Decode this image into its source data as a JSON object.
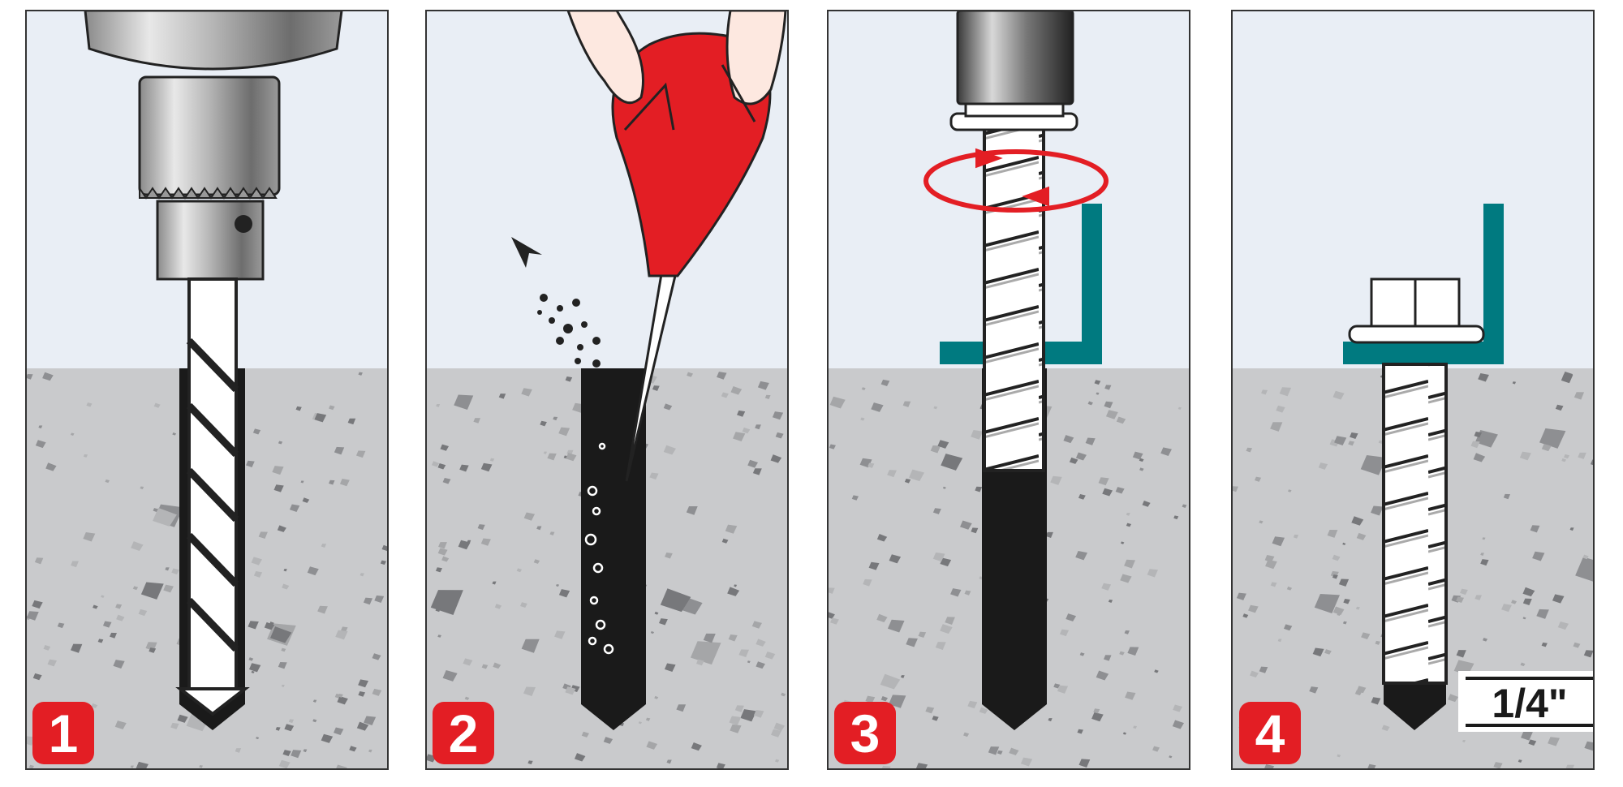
{
  "steps": [
    {
      "number": "1",
      "action": "drill"
    },
    {
      "number": "2",
      "action": "clean"
    },
    {
      "number": "3",
      "action": "drive"
    },
    {
      "number": "4",
      "action": "set"
    }
  ],
  "depth_label": "1/4\"",
  "colors": {
    "sky": "#e9eef5",
    "concrete": "#c9cacc",
    "aggregate": "#8e8f92",
    "badge": "#e31e24",
    "bracket": "#007a80",
    "hole": "#1a1a1a"
  }
}
